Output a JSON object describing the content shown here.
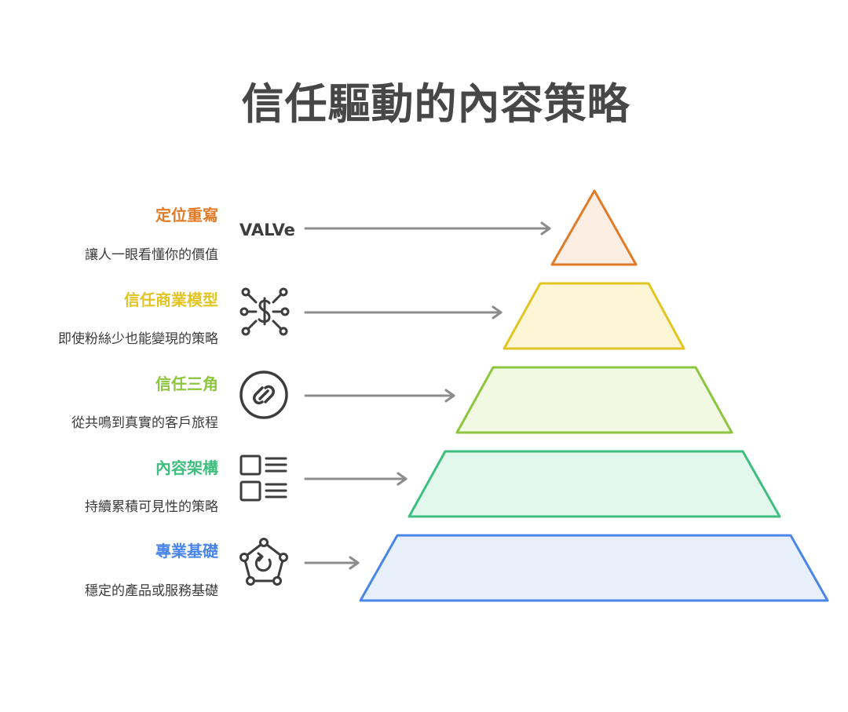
{
  "title": "信任驅動的內容策略",
  "levels": [
    {
      "title": "定位重寫",
      "description": "讓人一眼看懂你的價值",
      "icon": "valve-logo-icon",
      "icon_text": "VALVe",
      "color": "#e07b29",
      "fill": "#fdeee3"
    },
    {
      "title": "信任商業模型",
      "description": "即使粉絲少也能變現的策略",
      "icon": "money-network-icon",
      "color": "#e2c524",
      "fill": "#fcf6d6"
    },
    {
      "title": "信任三角",
      "description": "從共鳴到真實的客戶旅程",
      "icon": "linked-cycle-icon",
      "color": "#8cc63f",
      "fill": "#f1f9e2"
    },
    {
      "title": "內容架構",
      "description": "持續累積可見性的策略",
      "icon": "content-layout-icon",
      "color": "#3fbf7f",
      "fill": "#e2f8ed"
    },
    {
      "title": "專業基礎",
      "description": "穩定的產品或服務基礎",
      "icon": "network-refresh-icon",
      "color": "#4a86e8",
      "fill": "#e8f0fc"
    }
  ],
  "colors": {
    "title": "#474747",
    "description": "#3b3b3b",
    "arrow": "#8c8c8c",
    "icon": "#3d3d3d"
  }
}
